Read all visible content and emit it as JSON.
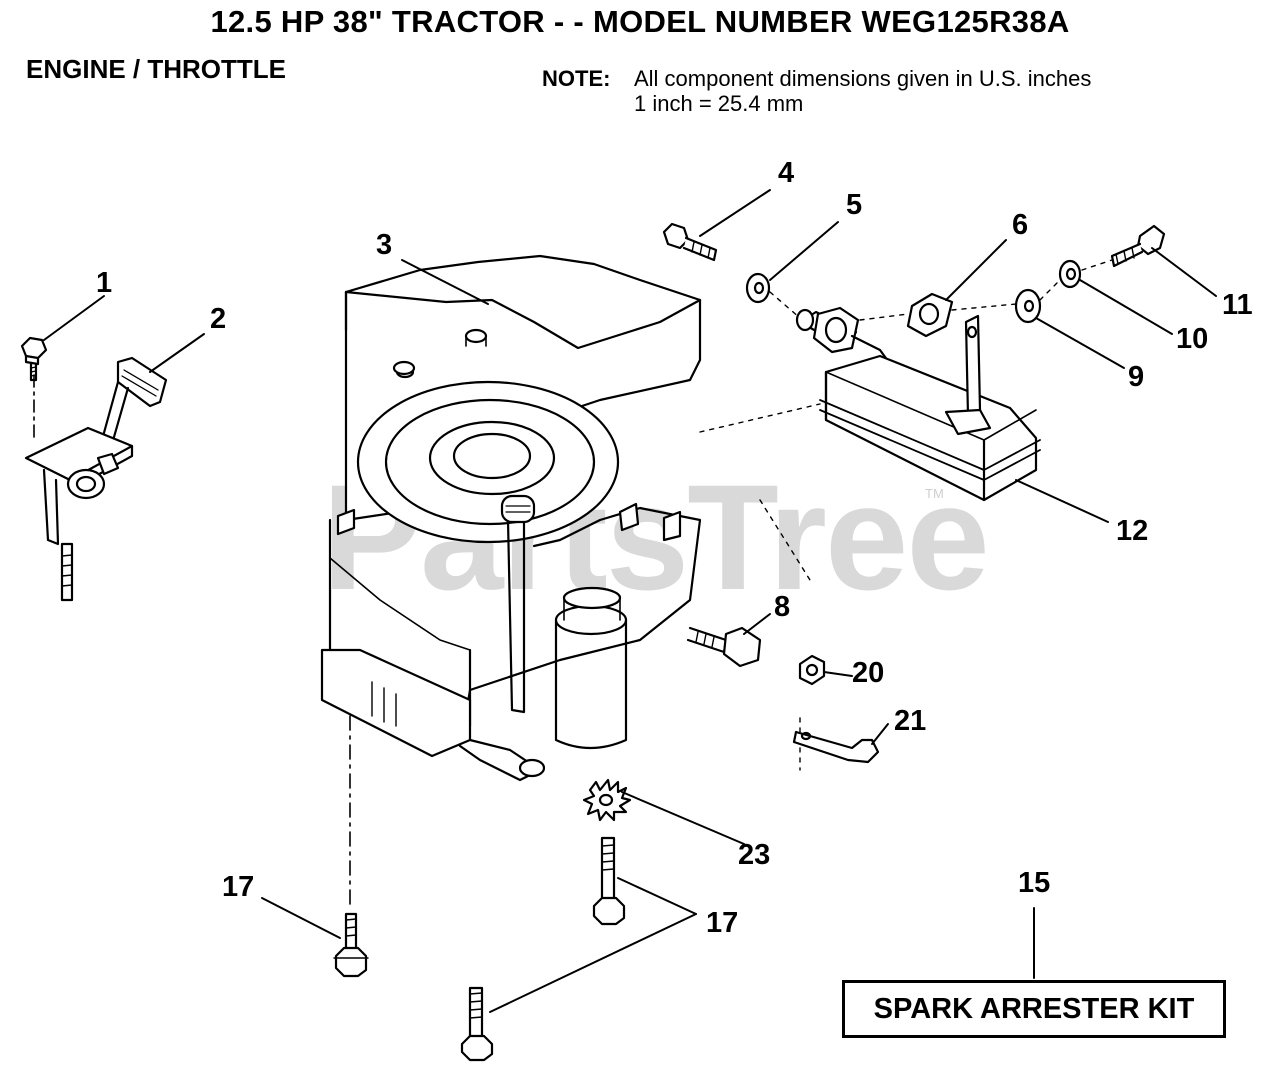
{
  "title": "12.5 HP 38\" TRACTOR - - MODEL NUMBER WEG125R38A",
  "section": "ENGINE / THROTTLE",
  "note": {
    "label": "NOTE:",
    "line1": "All component dimensions given in U.S. inches",
    "line2": "1 inch = 25.4 mm"
  },
  "watermark": "PartsTree",
  "watermark_tm": "TM",
  "callouts": {
    "c1": "1",
    "c2": "2",
    "c3": "3",
    "c4": "4",
    "c5": "5",
    "c6": "6",
    "c8": "8",
    "c9": "9",
    "c10": "10",
    "c11": "11",
    "c12": "12",
    "c15": "15",
    "c17a": "17",
    "c17b": "17",
    "c20": "20",
    "c21": "21",
    "c23": "23"
  },
  "kit_label": "SPARK ARRESTER KIT"
}
